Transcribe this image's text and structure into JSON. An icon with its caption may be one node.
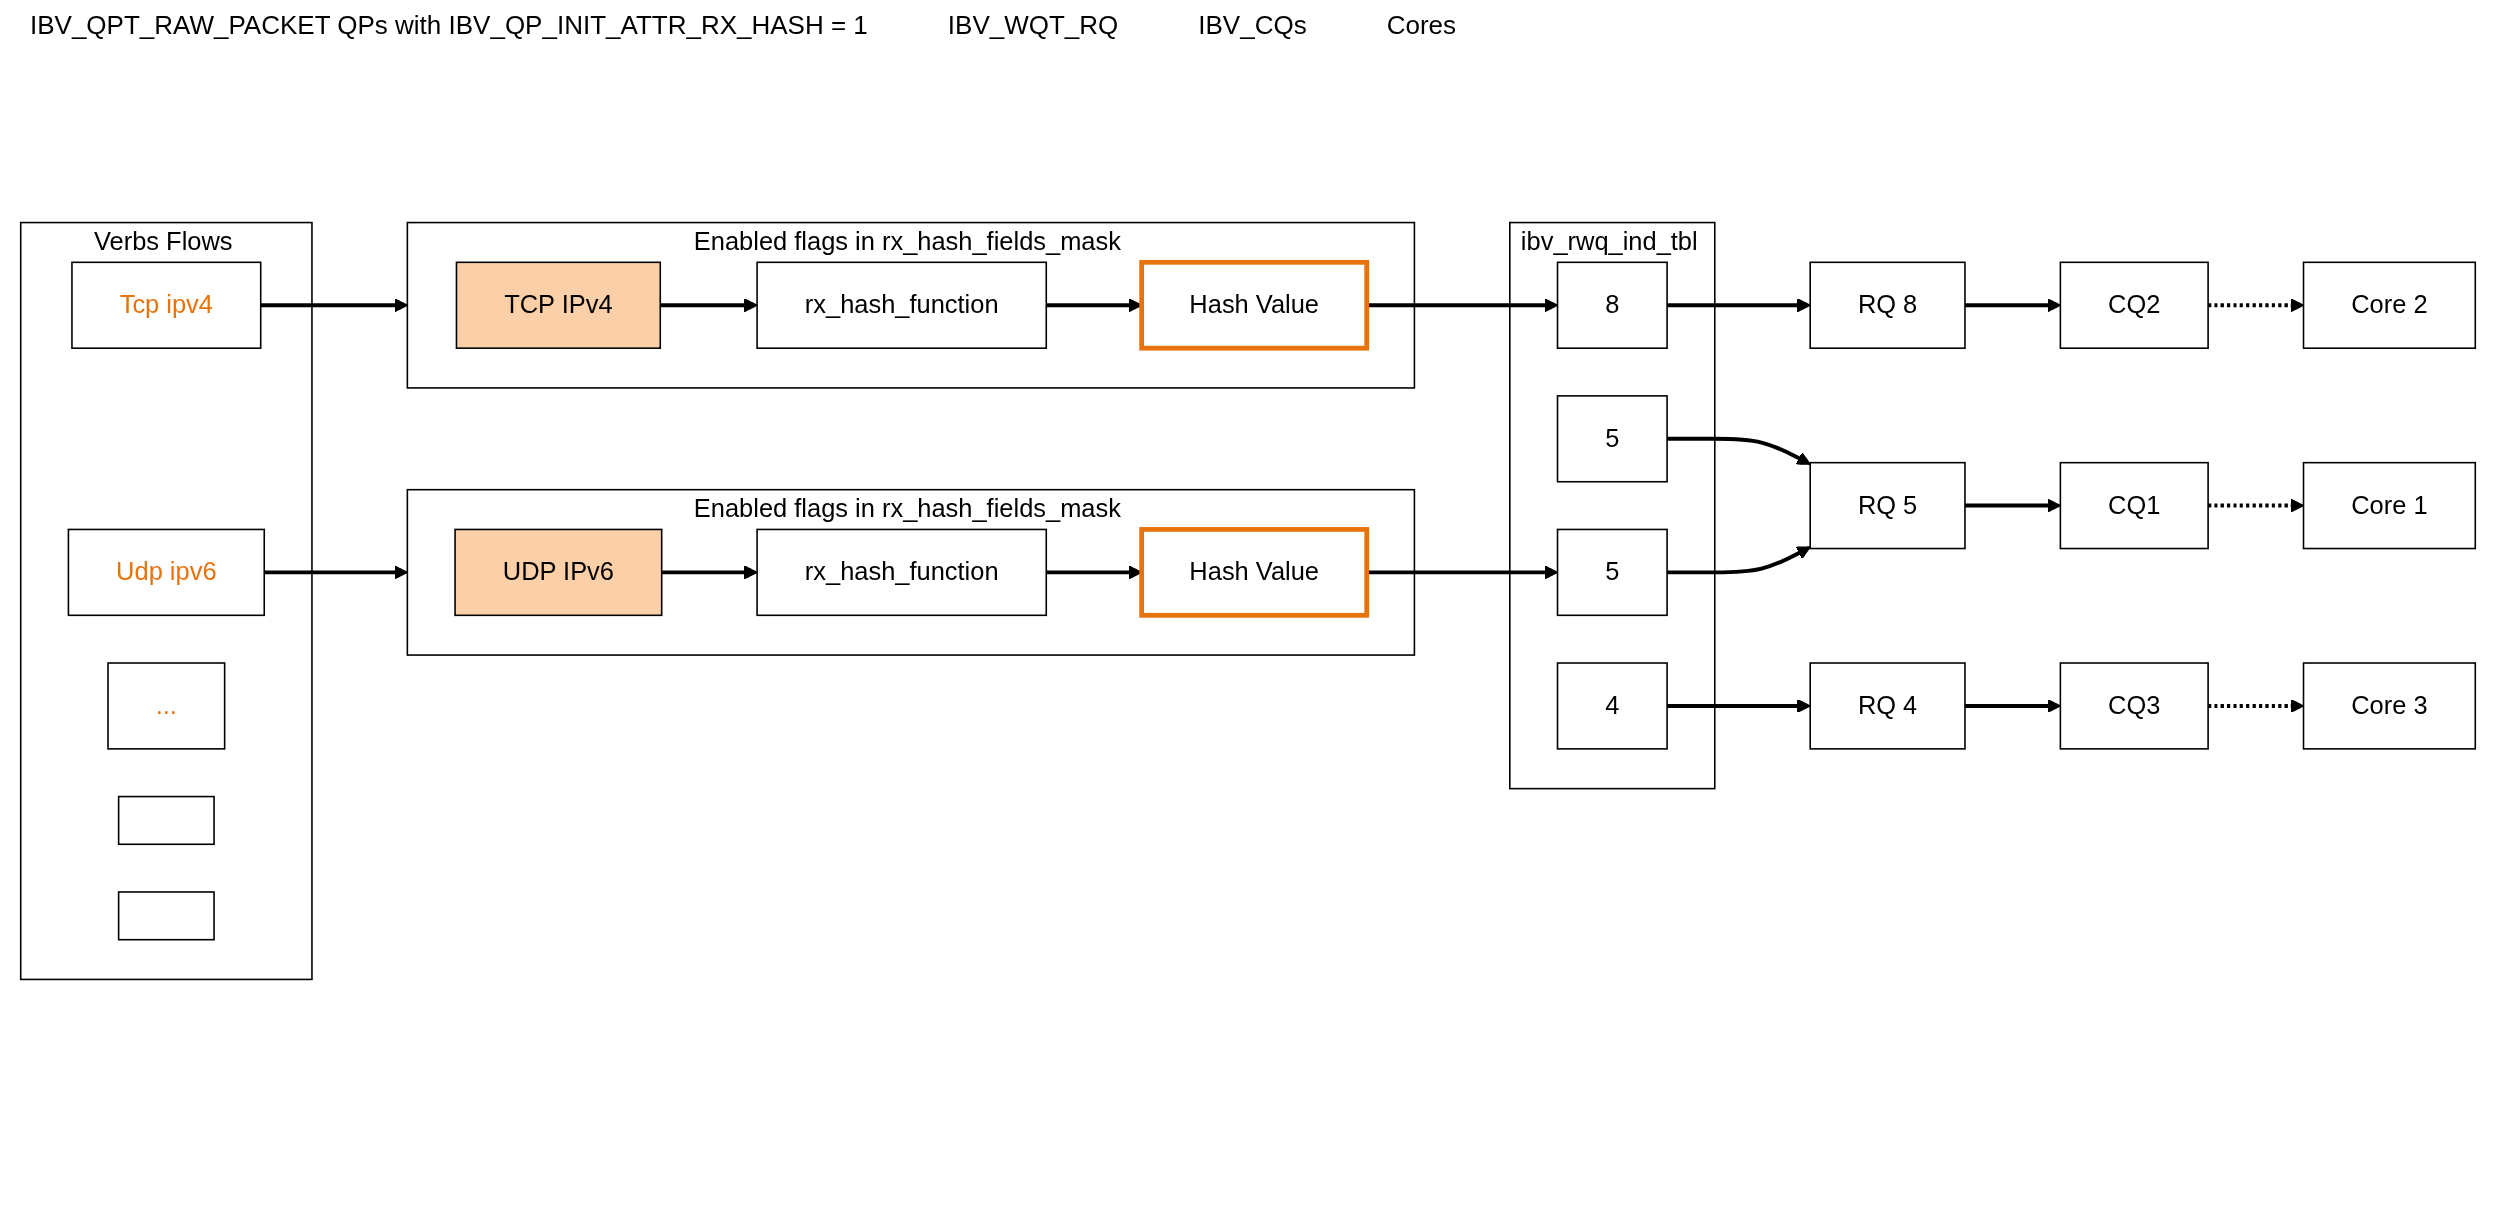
{
  "diagram": {
    "nodes": [
      {
        "text": [
          "Verbs Flows"
        ]
      },
      {
        "text": [
          "Tcp ipv4"
        ],
        "in": 0
      },
      {
        "text": [
          "Udp ipv6"
        ],
        "in": 0
      },
      {
        "text": [
          "..."
        ],
        "in": 0
      },
      {
        "text": [],
        "shape": "box",
        "in": 0
      },
      {
        "text": [],
        "shape": "box",
        "in": 0
      },
      {
        "text": [
          "Enabled flags in rx_hash_fields_mask"
        ]
      },
      {
        "text": [
          "TCP IPv4"
        ],
        "in": 6
      },
      {
        "text": [
          "rx_hash_function"
        ],
        "in": 6
      },
      {
        "text": [
          "Hash Value"
        ],
        "in": 6
      },
      {
        "text": [
          "Enabled flags in rx_hash_fields_mask"
        ]
      },
      {
        "text": [
          "UDP IPv6"
        ],
        "in": 10
      },
      {
        "text": [
          "rx_hash_function"
        ],
        "in": 10
      },
      {
        "text": [
          "Hash Value"
        ],
        "in": 10
      },
      {
        "text": [
          "ibv_rwq_ind_tbl"
        ]
      },
      {
        "text": [
          "5"
        ],
        "in": 14
      },
      {
        "text": [
          "8"
        ],
        "in": 14
      },
      {
        "text": [
          "4"
        ],
        "in": 14
      },
      {
        "text": [
          "5"
        ],
        "in": 14
      },
      {
        "text": [
          "RQ 5"
        ]
      },
      {
        "text": [
          "RQ 8"
        ]
      },
      {
        "text": [
          "RQ 4"
        ]
      },
      {
        "text": [
          "CQ1"
        ]
      },
      {
        "text": [
          "CQ2"
        ]
      },
      {
        "text": [
          "CQ3"
        ]
      },
      {
        "text": [
          "Core 1"
        ]
      },
      {
        "text": [
          "Core 2"
        ]
      },
      {
        "text": [
          "Core 3"
        ]
      }
    ],
    "edges": [
      {
        "from": 1,
        "to": 6,
        "arrow": "to"
      },
      {
        "from": 2,
        "to": 10,
        "arrow": "to"
      },
      {
        "from": 7,
        "to": 8,
        "arrow": "to"
      },
      {
        "from": 8,
        "to": 9,
        "arrow": "to"
      },
      {
        "from": 9,
        "to": 16,
        "arrow": "to"
      },
      {
        "from": 11,
        "to": 12,
        "arrow": "to"
      },
      {
        "from": 12,
        "to": 13,
        "arrow": "to"
      },
      {
        "from": 13,
        "to": 18,
        "arrow": "to"
      },
      {
        "from": 15,
        "to": 19,
        "arrow": "to"
      },
      {
        "from": 16,
        "to": 20,
        "arrow": "to"
      },
      {
        "from": 17,
        "to": 21,
        "arrow": "to"
      },
      {
        "from": 18,
        "to": 19,
        "arrow": "to"
      },
      {
        "from": 19,
        "to": 22,
        "arrow": "to"
      },
      {
        "from": 20,
        "to": 23,
        "arrow": "to"
      },
      {
        "from": 21,
        "to": 24,
        "arrow": "to"
      },
      {
        "from": 22,
        "to": 25,
        "arrow": "to",
        "style": "dashed"
      },
      {
        "from": 23,
        "to": 26,
        "arrow": "to",
        "style": "dashed"
      },
      {
        "from": 24,
        "to": 27,
        "arrow": "to",
        "style": "dashed"
      }
    ],
    "labels": [
      "IBV_QPT_RAW_PACKET QPs with IBV_QP_INIT_ATTR_RX_HASH = 1",
      "IBV_WQT_RQ",
      "IBV_CQs",
      "Cores"
    ]
  }
}
